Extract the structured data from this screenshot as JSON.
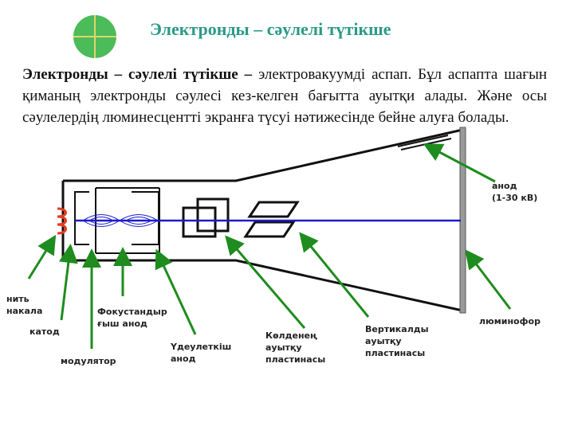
{
  "header": {
    "title": "Электронды – сәулелі түтікше",
    "logo_icon": "green-crosshair-circle-icon"
  },
  "definition": {
    "term": "Электронды – сәулелі түтікше –",
    "text": " электровакуумді аспап. Бұл аспапта шағын қиманың электронды сәулесі кез-келген бағытта ауытқи алады. Және осы сәулелердің люминесцентті экранға түсуі нәтижесінде бейне алуға болады."
  },
  "diagram": {
    "labels": {
      "anode": "анод\n(1-30 кВ)",
      "heater": "нить\nнакала",
      "cathode": "катод",
      "modulator": "модулятор",
      "focusing_anode": "Фокустандыр\nғыш анод",
      "accelerating_anode": "Үдеулеткіш\nанод",
      "horizontal_plates": "Көлденең\nауытқу\nпластинасы",
      "vertical_plates": "Вертикалды\nауытқу\nпластинасы",
      "phosphor": "люминофор"
    },
    "colors": {
      "arrow": "#1e8c1e",
      "beam": "#1a1acc",
      "heater": "#e53b1e",
      "screen": "#9a9a9a",
      "title": "#2a9a86",
      "logo": "#4cbb5a"
    }
  }
}
